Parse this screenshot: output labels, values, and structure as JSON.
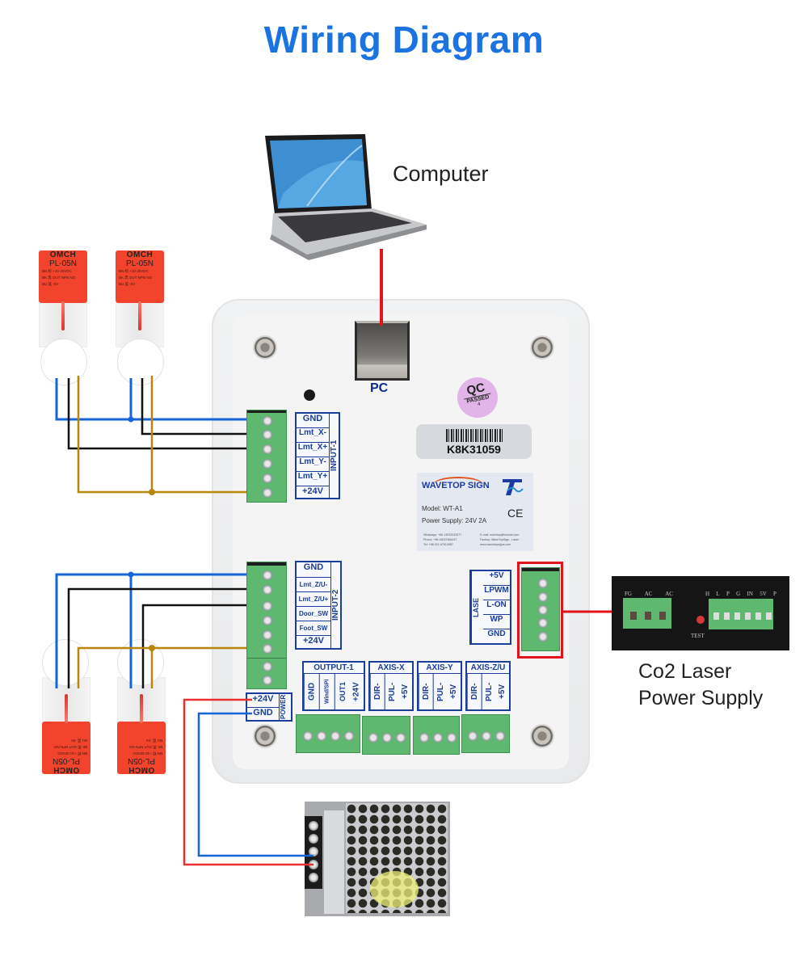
{
  "title": "Wiring Diagram",
  "computer": {
    "label": "Computer",
    "icon": "laptop-icon"
  },
  "controller": {
    "pc_port_label": "PC",
    "qc_sticker": {
      "line1": "QC",
      "line2": "PASSED",
      "line3": "4"
    },
    "serial_number": "K8K31059",
    "nameplate": {
      "brand": "WAVETOP SIGN",
      "model": "Model: WT-A1",
      "power_supply": "Power Supply: 24V 2A",
      "cert": "CE",
      "fine_print_left": [
        "Whatsapp: +86 13032042577",
        "Phone: +86 18037684447",
        "Tel: +86 021-67013087"
      ],
      "fine_print_right": [
        "E-mail: wavetop@foxmail.com",
        "Factory: WaveTopSign - Laser",
        "www.wavetopsigns.com"
      ]
    },
    "input1": {
      "name": "INPUT-1",
      "pins": [
        "GND",
        "Lmt_X-",
        "Lmt_X+",
        "Lmt_Y-",
        "Lmt_Y+",
        "+24V"
      ]
    },
    "input2": {
      "name": "INPUT-2",
      "pins": [
        "GND",
        "Lmt_Z/U-",
        "Lmt_Z/U+",
        "Door_SW",
        "Foot_SW",
        "+24V"
      ]
    },
    "power": {
      "name": "POWER",
      "pins": [
        "+24V",
        "GND"
      ]
    },
    "laser": {
      "name": "LASE",
      "pins": [
        "+5V",
        "LPWM",
        "L-ON",
        "WP",
        "GND"
      ]
    },
    "output_groups": [
      {
        "name": "OUTPUT-1",
        "pins": [
          "GND",
          "Wind/SPI",
          "OUT1",
          "+24V"
        ]
      },
      {
        "name": "AXIS-X",
        "pins": [
          "DIR-",
          "PUL-",
          "+5V"
        ]
      },
      {
        "name": "AXIS-Y",
        "pins": [
          "DIR-",
          "PUL-",
          "+5V"
        ]
      },
      {
        "name": "AXIS-Z/U",
        "pins": [
          "DIR-",
          "PUL-",
          "+5V"
        ]
      }
    ]
  },
  "laser_power_supply": {
    "label_line1": "Co2 Laser",
    "label_line2": "Power Supply",
    "left_pins": [
      "FG",
      "AC",
      "AC"
    ],
    "right_pins": [
      "H",
      "L",
      "P",
      "G",
      "IN",
      "5V"
    ],
    "extra_pin": "P",
    "test_label": "TEST"
  },
  "sensors": [
    {
      "brand": "OMCH",
      "model": "PL-05N",
      "spec": [
        "BN 棕 +10-30VDC",
        "BK 黑 OUT NPN NO",
        "BU 蓝 -0V"
      ],
      "orientation": "up"
    },
    {
      "brand": "OMCH",
      "model": "PL-05N",
      "spec": [
        "BN 棕 +10-30VDC",
        "BK 黑 OUT NPN NO",
        "BU 蓝 -0V"
      ],
      "orientation": "up"
    },
    {
      "brand": "OMCH",
      "model": "PL-05N",
      "spec": [
        "BN 棕 +10-30VDC",
        "BK 黑 OUT NPN NO",
        "BU 蓝 -0V"
      ],
      "orientation": "down"
    },
    {
      "brand": "OMCH",
      "model": "PL-05N",
      "spec": [
        "BN 棕 +10-30VDC",
        "BK 黑 OUT NPN NO",
        "BU 蓝 -0V"
      ],
      "orientation": "down"
    }
  ],
  "dc_power_supply": {
    "icon": "switching-power-supply-icon"
  },
  "wire_colors": {
    "blue": "#1565d8",
    "black": "#111111",
    "brown": "#b8860b",
    "red": "#e8312f",
    "usb": "#e0141a"
  }
}
